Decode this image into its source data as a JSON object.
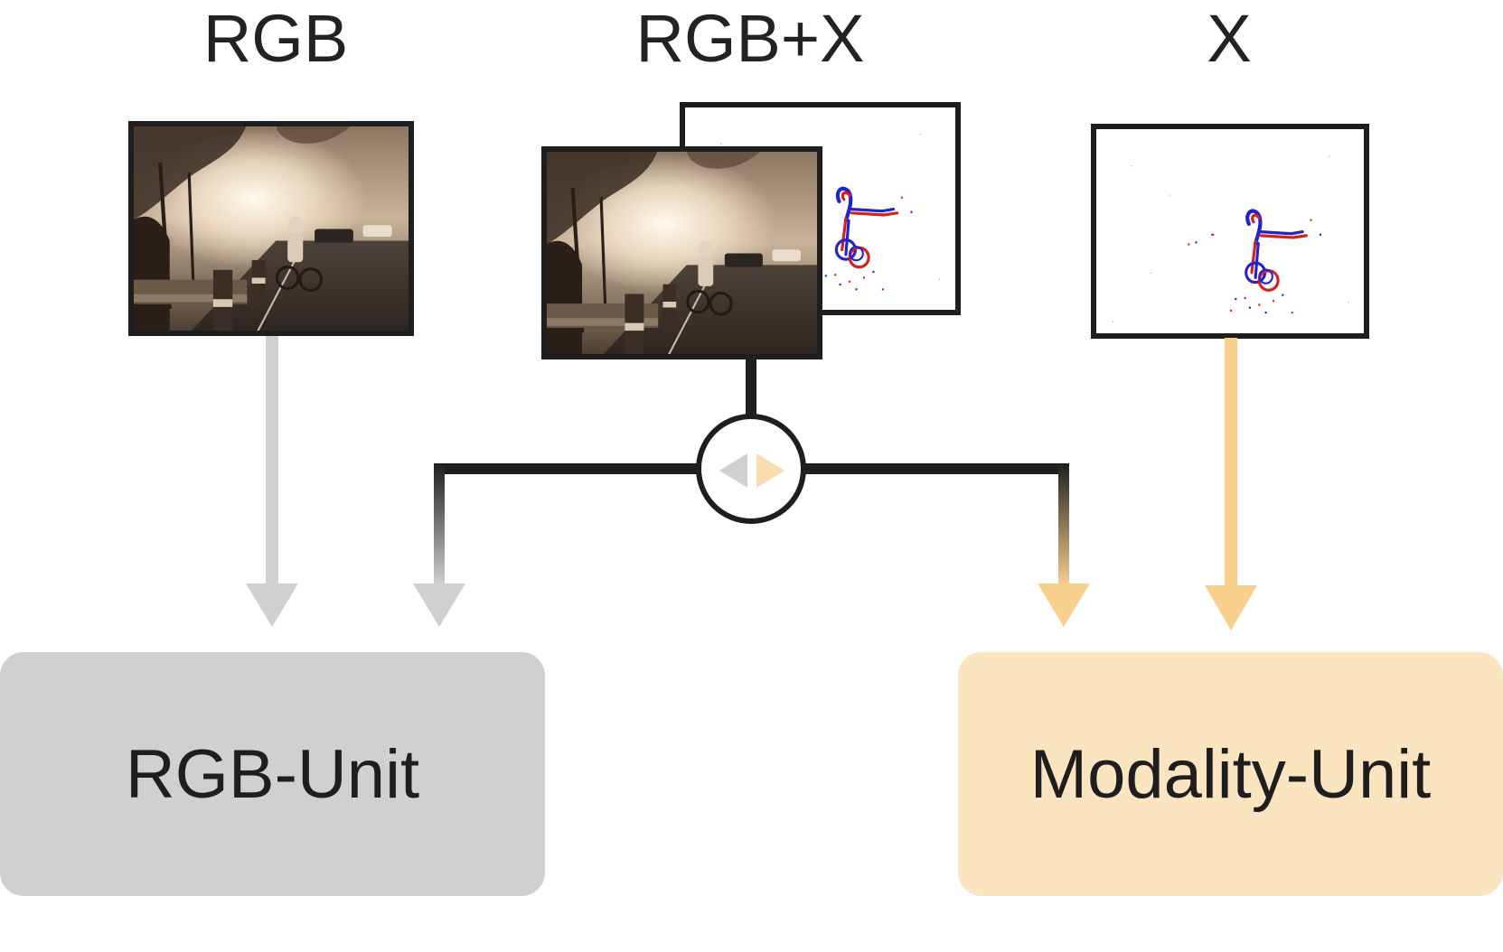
{
  "columns": {
    "rgb": {
      "title": "RGB"
    },
    "fusion": {
      "title": "RGB+X"
    },
    "modality": {
      "title": "X"
    }
  },
  "units": {
    "rgb_unit": {
      "label": "RGB-Unit"
    },
    "modality_unit": {
      "label": "Modality-Unit"
    }
  },
  "colors": {
    "rgb": "#d0d0d0",
    "modality": "#f7d08e",
    "modality_box": "#fbe5c1",
    "frame": "#1e1e1e",
    "event_pos": "#d42020",
    "event_neg": "#2323cc"
  },
  "icons": {
    "switch": "bidirectional-switch-icon"
  }
}
